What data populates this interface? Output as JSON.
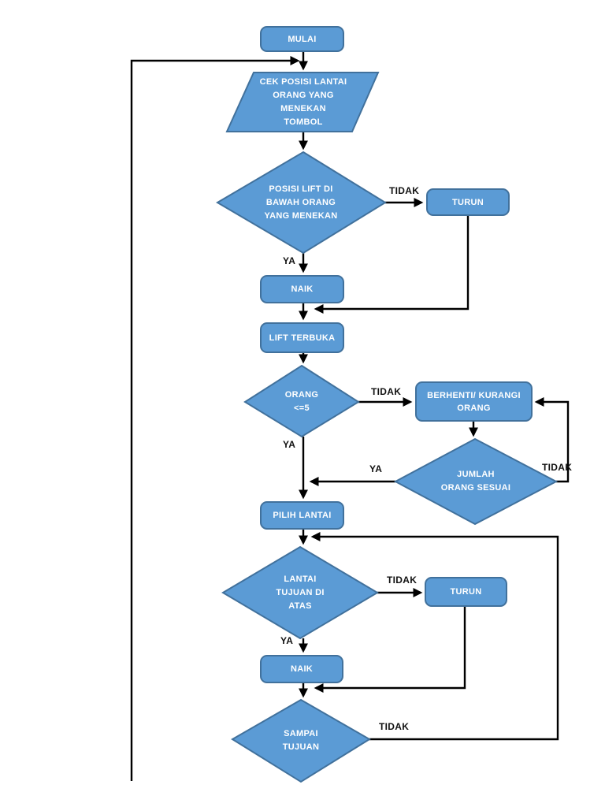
{
  "title": "Flowchart logika lift (elevator) - MULAI",
  "colors": {
    "shape_fill": "#5B9BD5",
    "shape_border": "#41719C",
    "connector": "#000000",
    "shape_text": "#FFFFFF",
    "label_text": "#111111",
    "background": "#FFFFFF"
  },
  "nodes": {
    "mulai": "MULAI",
    "cek_posisi": "CEK POSISI LANTAI\nORANG YANG\nMENEKAN\nTOMBOL",
    "posisi_lift": "POSISI LIFT DI\nBAWAH ORANG\nYANG MENEKAN",
    "turun_1": "TURUN",
    "naik_1": "NAIK",
    "lift_terbuka": "LIFT TERBUKA",
    "orang_max": "ORANG\n<=5",
    "berhenti": "BERHENTI/ KURANGI\nORANG",
    "jumlah": "JUMLAH\nORANG SESUAI",
    "pilih_lantai": "PILIH LANTAI",
    "lantai_tujuan": "LANTAI\nTUJUAN DI\nATAS",
    "turun_2": "TURUN",
    "naik_2": "NAIK",
    "sampai": "SAMPAI\nTUJUAN"
  },
  "edge_labels": {
    "posisi_tidak": "TIDAK",
    "posisi_ya": "YA",
    "orang_tidak": "TIDAK",
    "orang_ya": "YA",
    "jumlah_ya": "YA",
    "jumlah_tidak": "TIDAK",
    "lantai_tidak": "TIDAK",
    "lantai_ya": "YA",
    "sampai_tidak": "TIDAK"
  }
}
